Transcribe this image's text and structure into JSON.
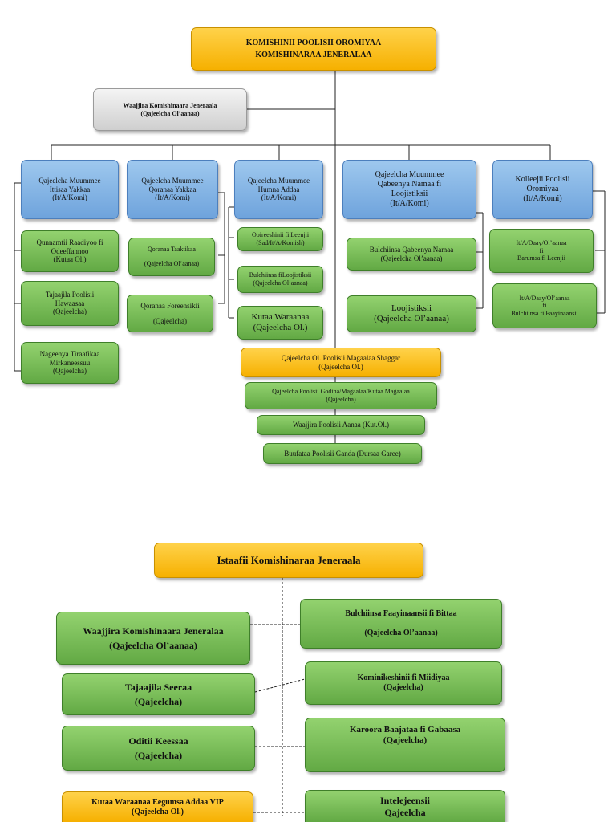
{
  "chart1": {
    "top": {
      "line1": "KOMISHINII POOLISII OROMIYAA",
      "line2": "KOMISHINARAA JENERALAA"
    },
    "advisor": {
      "line1": "Waajjira Komishinaara Jeneraala",
      "line2": "(Qajeelcha Ol’aanaa)"
    },
    "units": [
      {
        "line1": "Qajeelcha Muummee",
        "line2": "Ittisaa Yakkaa",
        "line3": "(It/A/Komi)"
      },
      {
        "line1": "Qajeelcha Muummee",
        "line2": "Qoranaa Yakkaa",
        "line3": "(It/A/Komi)"
      },
      {
        "line1": "Qajeelcha Muummee",
        "line2": "Humna Addaa",
        "line3": "(It/A/Komi)"
      },
      {
        "line1": "Qajeelcha Muummee",
        "line2": "Qabeenya Namaa fi",
        "line3": "Loojistiksii",
        "line4": "(It/A/Komi)"
      },
      {
        "line1": "Kolleejii Poolisii",
        "line2": "Oromiyaa",
        "line3": "(It/A/Komi)"
      }
    ],
    "unit1_subs": [
      {
        "line1": "Qunnamtii Raadiyoo fi",
        "line2": "Odeeffannoo",
        "line3": "(Kutaa Ol.)"
      },
      {
        "line1": "Tajaajila Poolisii",
        "line2": "Hawaasaa",
        "line3": "(Qajeelcha)"
      },
      {
        "line1": "Nageenya Tiraafikaa",
        "line2": "Mirkaneessuu",
        "line3": "(Qajeelcha)"
      }
    ],
    "unit2_subs": [
      {
        "line1": "Qoranaa Taaktikaa",
        "line2": "(Qajeelcha Ol’aanaa)"
      },
      {
        "line1": "Qoranaa Foreensikii",
        "line2": "(Qajeelcha)"
      }
    ],
    "unit3_subs": [
      {
        "line1": "Opireeshinii fi Leenjii",
        "line2": "(Sad/It/A/Komish)"
      },
      {
        "line1": "Bulchiinsa fiLoojistiksii",
        "line2": "(Qajeelcha Ol’aanaa)"
      },
      {
        "line1": "Kutaa Waraanaa",
        "line2": "(Qajeelcha Ol.)"
      }
    ],
    "unit4_subs": [
      {
        "line1": "Bulchiinsa Qabeenya Namaa",
        "line2": "(Qajeelcha Ol’aanaa)"
      },
      {
        "line1": "Loojistiksii",
        "line2": "(Qajeelcha Ol’aanaa)"
      }
    ],
    "unit5_subs": [
      {
        "line1": "It/A/Daay/Ol’aanaa",
        "line2": "fi",
        "line3": "Barumsa fi Leenjii"
      },
      {
        "line1": "It/A/Daay/Ol’aanaa",
        "line2": "fi",
        "line3": "Bulchiinsa fi Faayinaansii"
      }
    ],
    "chain": [
      {
        "line1": "Qajeelcha Ol. Poolisii Magaalaa Shaggar",
        "line2": "(Qajeelcha Ol.)"
      },
      {
        "line1": "Qajeelcha Poolisii Godina/Magaalaa/Kutaa Magaalaa",
        "line2": "(Qajeelcha)"
      },
      {
        "line1": "Waajjira Poolisii Aanaa (Kut.Ol.)"
      },
      {
        "line1": "Buufataa Poolisii Ganda (Dursaa Garee)"
      }
    ]
  },
  "chart2": {
    "top": "Istaafii Komishinaraa Jeneraala",
    "left": [
      {
        "line1": "Waajjira Komishinaara Jeneralaa",
        "line2": "(Qajeelcha Ol’aanaa)"
      },
      {
        "line1": "Tajaajila Seeraa",
        "line2": "(Qajeelcha)"
      },
      {
        "line1": "Oditii Keessaa",
        "line2": "(Qajeelcha)"
      },
      {
        "line1": "Kutaa Waraanaa Eegumsa Addaa VIP",
        "line2": "(Qajeelcha Ol.)"
      }
    ],
    "right": [
      {
        "line1": "Bulchiinsa Faayinaansii fi Bittaa",
        "line2": "(Qajeelcha Ol’aanaa)"
      },
      {
        "line1": "Kominikeshinii fi Miidiyaa",
        "line2": "(Qajeelcha)"
      },
      {
        "line1": "Karoora Baajataa fi Gabaasa",
        "line2": "(Qajeelcha)"
      },
      {
        "line1": "Intelejeensii",
        "line2": "Qajeelcha"
      }
    ]
  },
  "colors": {
    "orange": "#f6b000",
    "blue": "#6ea3dc",
    "green": "#62a944",
    "grey": "#cfcfcf"
  }
}
